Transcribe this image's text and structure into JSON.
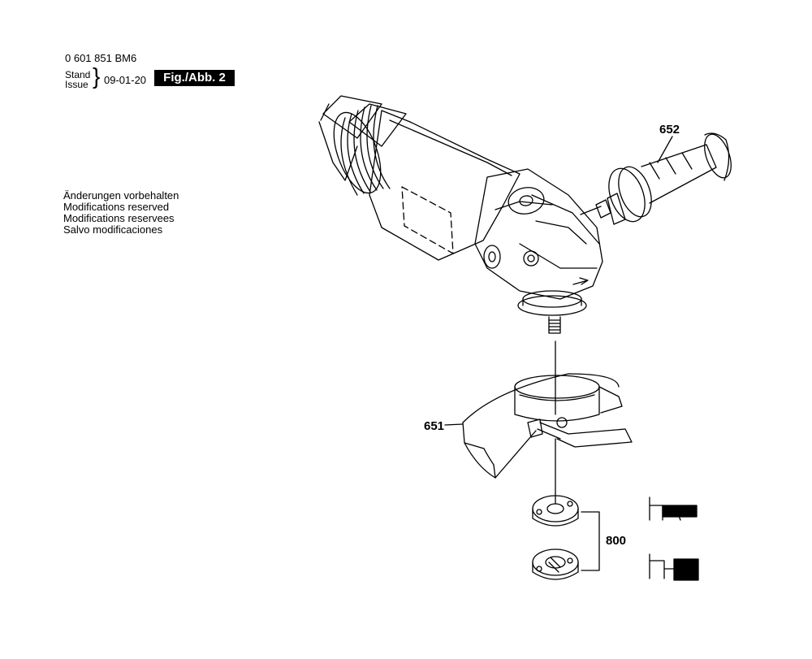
{
  "header": {
    "part_number": "0 601 851 BM6",
    "stand_label": "Stand",
    "issue_label": "Issue",
    "issue_date": "09-01-20",
    "figure_badge": "Fig./Abb. 2"
  },
  "notes": [
    "Änderungen vorbehalten",
    "Modifications reserved",
    "Modifications reservees",
    "Salvo modificaciones"
  ],
  "callouts": {
    "side_handle": "652",
    "guard": "651",
    "flange_nuts": "800"
  },
  "colors": {
    "ink": "#000000",
    "paper": "#ffffff"
  }
}
